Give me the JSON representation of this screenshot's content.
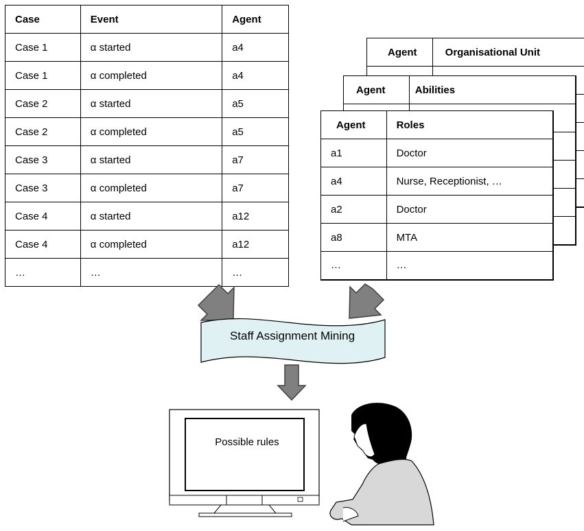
{
  "event_log": {
    "headers": [
      "Case",
      "Event",
      "Agent"
    ],
    "rows": [
      [
        "Case 1",
        "α started",
        "a4"
      ],
      [
        "Case 1",
        "α completed",
        "a4"
      ],
      [
        "Case 2",
        "α started",
        "a5"
      ],
      [
        "Case 2",
        "α completed",
        "a5"
      ],
      [
        "Case 3",
        "α started",
        "a7"
      ],
      [
        "Case 3",
        "α completed",
        "a7"
      ],
      [
        "Case 4",
        "α started",
        "a12"
      ],
      [
        "Case 4",
        "α completed",
        "a12"
      ],
      [
        "…",
        "…",
        "…"
      ]
    ]
  },
  "org_table": {
    "headers": [
      "Agent",
      "Organisational Unit"
    ]
  },
  "abilities_table": {
    "headers": [
      "Agent",
      "Abilities"
    ]
  },
  "roles_table": {
    "headers": [
      "Agent",
      "Roles"
    ],
    "rows": [
      [
        "a1",
        "Doctor"
      ],
      [
        "a4",
        "Nurse, Receptionist, …"
      ],
      [
        "a2",
        "Doctor"
      ],
      [
        "a8",
        "MTA"
      ],
      [
        "…",
        "…"
      ]
    ]
  },
  "process": {
    "label": "Staff Assignment Mining"
  },
  "monitor": {
    "screen_text": "Possible rules"
  },
  "colors": {
    "banner_fill": "#dff1f3",
    "arrow_fill": "#808080",
    "person_fill": "#d8d8d8"
  }
}
